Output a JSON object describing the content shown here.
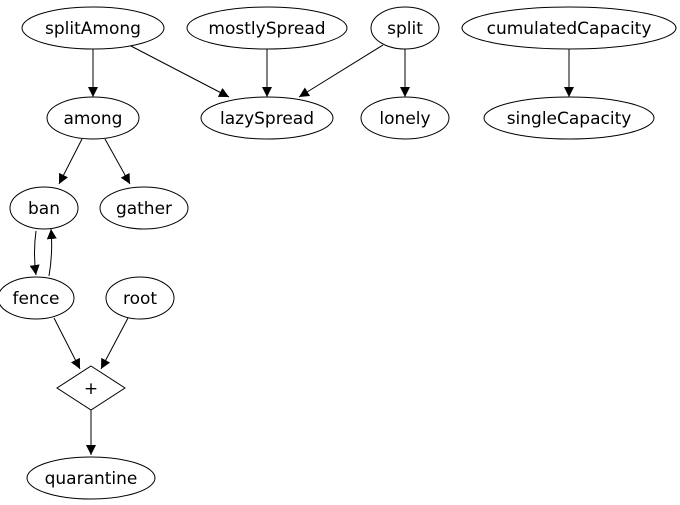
{
  "nodes": {
    "splitAmong": "splitAmong",
    "mostlySpread": "mostlySpread",
    "split": "split",
    "cumulatedCapacity": "cumulatedCapacity",
    "among": "among",
    "lazySpread": "lazySpread",
    "lonely": "lonely",
    "singleCapacity": "singleCapacity",
    "ban": "ban",
    "gather": "gather",
    "fence": "fence",
    "root": "root",
    "plus": "+",
    "quarantine": "quarantine"
  },
  "edges": [
    {
      "from": "splitAmong",
      "to": "among"
    },
    {
      "from": "splitAmong",
      "to": "lazySpread"
    },
    {
      "from": "mostlySpread",
      "to": "lazySpread"
    },
    {
      "from": "split",
      "to": "lazySpread"
    },
    {
      "from": "split",
      "to": "lonely"
    },
    {
      "from": "cumulatedCapacity",
      "to": "singleCapacity"
    },
    {
      "from": "among",
      "to": "ban"
    },
    {
      "from": "among",
      "to": "gather"
    },
    {
      "from": "ban",
      "to": "fence"
    },
    {
      "from": "fence",
      "to": "ban"
    },
    {
      "from": "fence",
      "to": "plus"
    },
    {
      "from": "root",
      "to": "plus"
    },
    {
      "from": "plus",
      "to": "quarantine"
    }
  ],
  "colors": {
    "stroke": "#000000",
    "fill": "#ffffff",
    "text": "#000000"
  }
}
